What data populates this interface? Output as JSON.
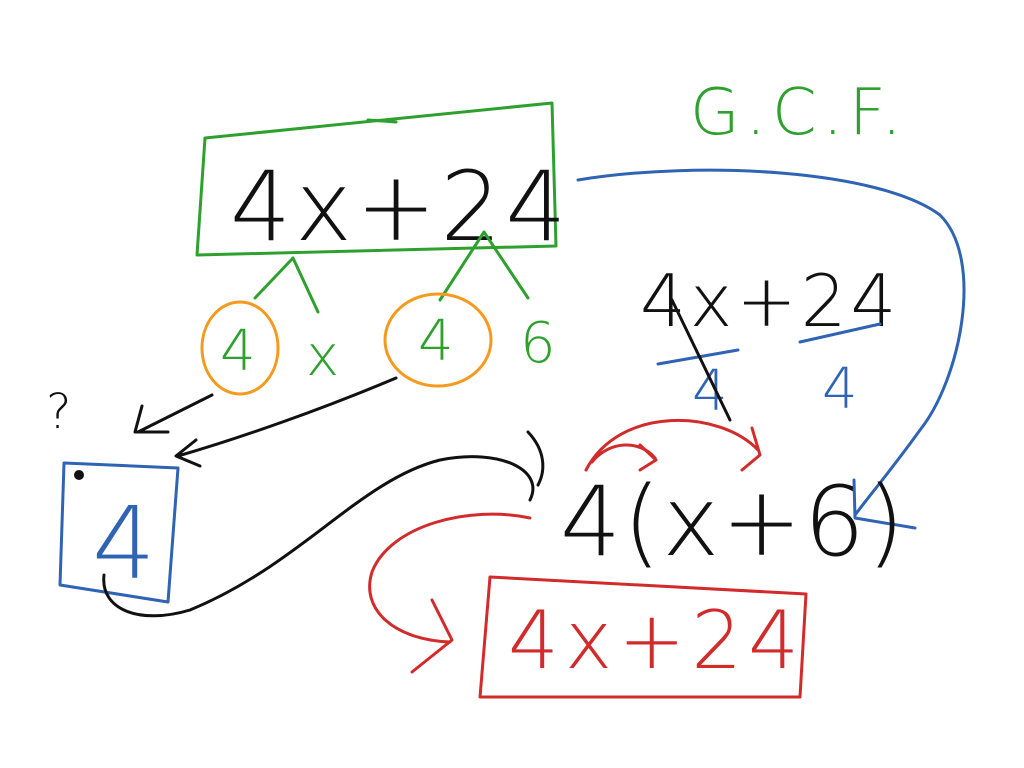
{
  "title_label": "G.C.F.",
  "main_expression": "4x+24",
  "factor_tree": {
    "left_factors": [
      "4",
      "x"
    ],
    "right_factors": [
      "4",
      "6"
    ]
  },
  "gcf_result": "4",
  "question_mark": "?",
  "division_step": {
    "expression": "4x+24",
    "divisor_left": "4",
    "divisor_right": "4"
  },
  "factored_form": "4(x+6)",
  "check_expression": "4x+24",
  "colors": {
    "ink_black": "#111111",
    "ink_green": "#2ea02e",
    "ink_blue": "#2f63b3",
    "ink_red": "#d12b2b",
    "ink_orange": "#f39a1f"
  }
}
